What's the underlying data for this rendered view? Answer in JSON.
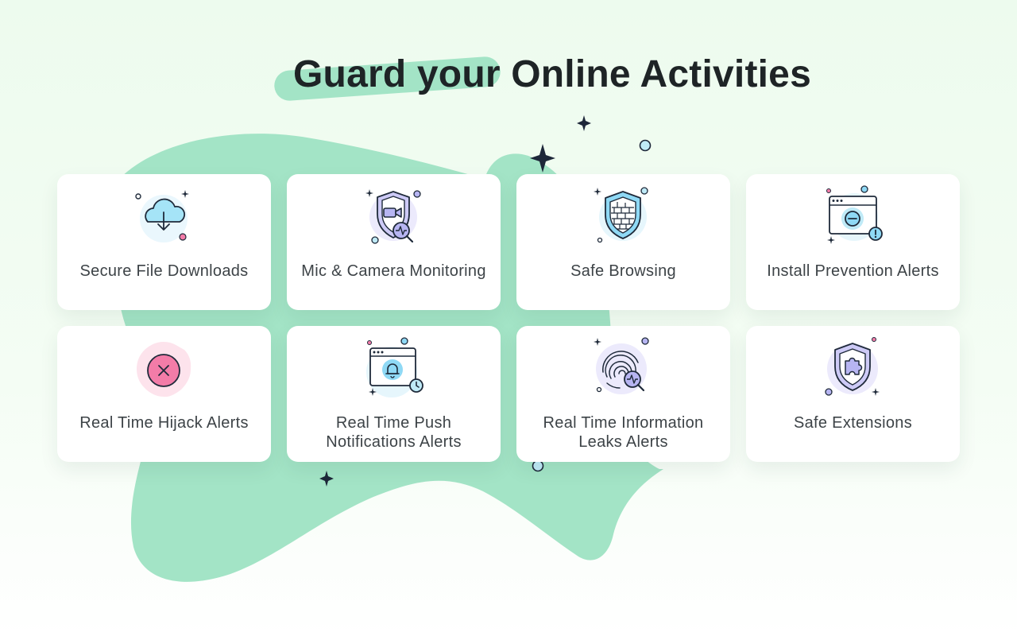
{
  "page": {
    "title": "Guard your Online Activities"
  },
  "colors": {
    "blob": "#a3e4c6",
    "title": "#1e2426",
    "card_text": "#3d4347",
    "icon_outline": "#1f2a3a",
    "icon_blue": "#8fd9f5",
    "icon_purple": "#b7b5f2",
    "icon_pink": "#f37ca8"
  },
  "features": [
    {
      "label": "Secure File Downloads",
      "icon": "cloud-download-icon"
    },
    {
      "label": "Mic & Camera Monitoring",
      "icon": "shield-camera-icon"
    },
    {
      "label": "Safe Browsing",
      "icon": "shield-firewall-icon"
    },
    {
      "label": "Install Prevention Alerts",
      "icon": "browser-block-icon"
    },
    {
      "label": "Real Time Hijack Alerts",
      "icon": "close-circle-icon"
    },
    {
      "label": "Real Time Push Notifications Alerts",
      "icon": "browser-bell-icon"
    },
    {
      "label": "Real Time Information Leaks Alerts",
      "icon": "fingerprint-scan-icon"
    },
    {
      "label": "Safe Extensions",
      "icon": "shield-puzzle-icon"
    }
  ]
}
